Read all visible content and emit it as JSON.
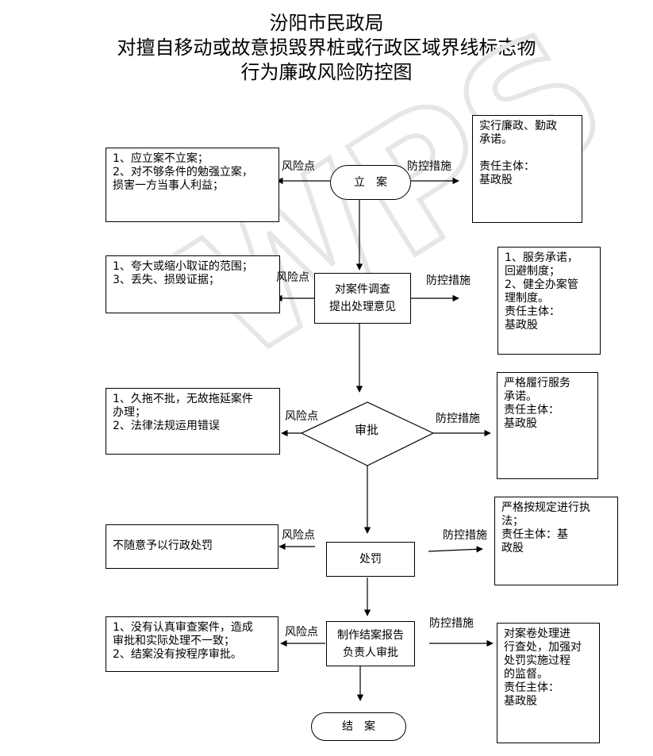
{
  "title": {
    "line1": "汾阳市民政局",
    "line2": "对擅自移动或故意损毁界桩或行政区域界线标志物",
    "line3": "行为廉政风险防控图"
  },
  "watermark": "WPS",
  "connector_labels": {
    "risk": "风险点",
    "control": "防控措施"
  },
  "steps": [
    {
      "node": "立　案",
      "risk_lines": [
        "1、应立案不立案；",
        "2、对不够条件的勉强立案，",
        "损害一方当事人利益；"
      ],
      "control_lines": [
        "实行廉政、勤政",
        "承诺。",
        "",
        "责任主体：",
        "基政股"
      ]
    },
    {
      "node_lines": [
        "对案件调查",
        "提出处理意见"
      ],
      "risk_lines": [
        "1、夸大或缩小取证的范围；",
        "3、丢失、损毁证据；"
      ],
      "control_lines": [
        "1、服务承诺，",
        "回避制度；",
        "2、健全办案管",
        "理制度。",
        "责任主体：",
        "基政股"
      ]
    },
    {
      "node": "审批",
      "risk_lines": [
        "1、久拖不批，无故拖延案件",
        "办理；",
        "2、法律法规运用错误"
      ],
      "control_lines": [
        "严格履行服务",
        "承诺。",
        "责任主体：",
        "基政股"
      ]
    },
    {
      "node": "处罚",
      "risk_lines": [
        "不随意予以行政处罚"
      ],
      "control_lines": [
        "严格按规定进行执",
        "法；",
        "责任主体：基",
        "政股"
      ]
    },
    {
      "node_lines": [
        "制作结案报告",
        "负责人审批"
      ],
      "risk_lines": [
        "1、没有认真审查案件，造成",
        "审批和实际处理不一致；",
        "2、结案没有按程序审批。"
      ],
      "control_lines": [
        "对案卷处理进",
        "行查处，加强对",
        "处罚实施过程",
        "的监督。",
        "责任主体：",
        "基政股"
      ]
    }
  ],
  "end_node": "结　案"
}
